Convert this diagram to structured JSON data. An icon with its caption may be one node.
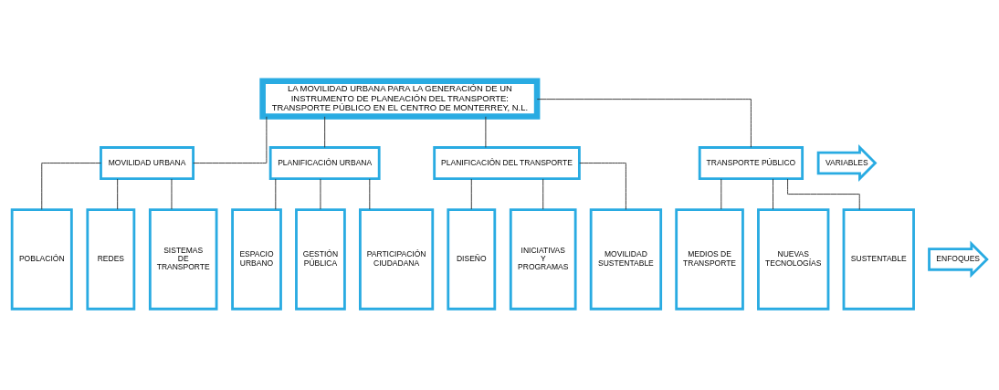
{
  "diagram": {
    "nodes": [
      {
        "text": [
          "LA MOVILIDAD URBANA PARA LA GENERACIÓN DE UN INSTRUMENTO DE PLANEACIÓN DEL TRANSPORTE: TRANSPORTE PÚBLICO EN EL CENTRO DE MONTERREY, N.L."
        ]
      },
      {
        "text": [
          "VARIABLES"
        ]
      },
      {
        "text": [
          "MOVILIDAD URBANA"
        ]
      },
      {
        "text": [
          "PLANIFICACIÓN URBANA"
        ]
      },
      {
        "text": [
          "PLANIFICACIÓN DEL TRANSPORTE"
        ]
      },
      {
        "text": [
          "TRANSPORTE PÚBLICO"
        ]
      },
      {
        "text": [
          "ENFOQUES"
        ]
      },
      {
        "text": [
          "POBLACIÓN"
        ]
      },
      {
        "text": [
          "REDES"
        ]
      },
      {
        "text": [
          "SISTEMAS DE TRANSPORTE"
        ]
      },
      {
        "text": [
          "ESPACIO URBANO"
        ]
      },
      {
        "text": [
          "GESTIÓN PÚBLICA"
        ]
      },
      {
        "text": [
          "PARTICIPACIÓN CIUDADANA"
        ]
      },
      {
        "text": [
          "DISEÑO"
        ]
      },
      {
        "text": [
          "INICIATIVAS Y PROGRAMAS"
        ]
      },
      {
        "text": [
          "MOVILIDAD SUSTENTABLE"
        ]
      },
      {
        "text": [
          "MEDIOS DE TRANSPORTE"
        ]
      },
      {
        "text": [
          "NUEVAS TECNOLOGÍAS"
        ]
      },
      {
        "text": [
          "SUSTENTABLE"
        ]
      }
    ],
    "edges": [
      {
        "from": 0,
        "to": 2,
        "arrow": "none"
      },
      {
        "from": 0,
        "to": 3,
        "arrow": "none"
      },
      {
        "from": 0,
        "to": 4,
        "arrow": "none"
      },
      {
        "from": 0,
        "to": 5,
        "arrow": "none"
      },
      {
        "from": 2,
        "to": 7,
        "arrow": "none"
      },
      {
        "from": 2,
        "to": 8,
        "arrow": "none"
      },
      {
        "from": 2,
        "to": 9,
        "arrow": "none"
      },
      {
        "from": 3,
        "to": 10,
        "arrow": "none"
      },
      {
        "from": 3,
        "to": 11,
        "arrow": "none"
      },
      {
        "from": 3,
        "to": 12,
        "arrow": "none"
      },
      {
        "from": 4,
        "to": 13,
        "arrow": "none"
      },
      {
        "from": 4,
        "to": 14,
        "arrow": "none"
      },
      {
        "from": 4,
        "to": 15,
        "arrow": "none"
      },
      {
        "from": 5,
        "to": 16,
        "arrow": "none"
      },
      {
        "from": 5,
        "to": 17,
        "arrow": "none"
      },
      {
        "from": 5,
        "to": 18,
        "arrow": "none"
      }
    ]
  }
}
